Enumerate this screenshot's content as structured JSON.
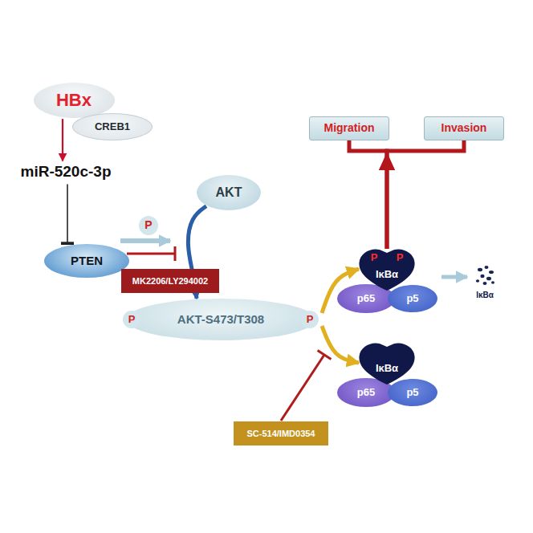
{
  "diagram": {
    "nodes": [
      {
        "text": [
          "HBx"
        ]
      },
      {
        "text": [
          "CREB1"
        ]
      },
      {
        "text": [
          "miR-520c-3p"
        ]
      },
      {
        "text": [
          "PTEN"
        ]
      },
      {
        "text": [
          "MK2206/LY294002"
        ]
      },
      {
        "text": [
          "AKT"
        ]
      },
      {
        "text": [
          "AKT-S473/T308"
        ]
      },
      {
        "text": [
          "Migration"
        ]
      },
      {
        "text": [
          "Invasion"
        ]
      },
      {
        "text": [
          "IκBα"
        ]
      },
      {
        "text": [
          "p65"
        ]
      },
      {
        "text": [
          "p5"
        ]
      },
      {
        "text": [
          "IκBα"
        ]
      },
      {
        "text": [
          "p65"
        ]
      },
      {
        "text": [
          "p5"
        ]
      },
      {
        "text": [
          "SC-514/IMD0354"
        ]
      }
    ],
    "edges": [
      {
        "from": 0,
        "to": 2,
        "arrow": "to"
      },
      {
        "from": 2,
        "to": 3,
        "arrow": "to"
      },
      {
        "from": 5,
        "to": 6,
        "arrow": "to"
      },
      {
        "from": 6,
        "to": 9,
        "arrow": "to"
      },
      {
        "from": 6,
        "to": 12,
        "arrow": "to"
      },
      {
        "from": 9,
        "to": 7,
        "arrow": "to"
      },
      {
        "from": 9,
        "to": 8,
        "arrow": "to"
      }
    ],
    "labels": [
      "P",
      "P",
      "P",
      "P",
      "P",
      "IκBα"
    ]
  }
}
